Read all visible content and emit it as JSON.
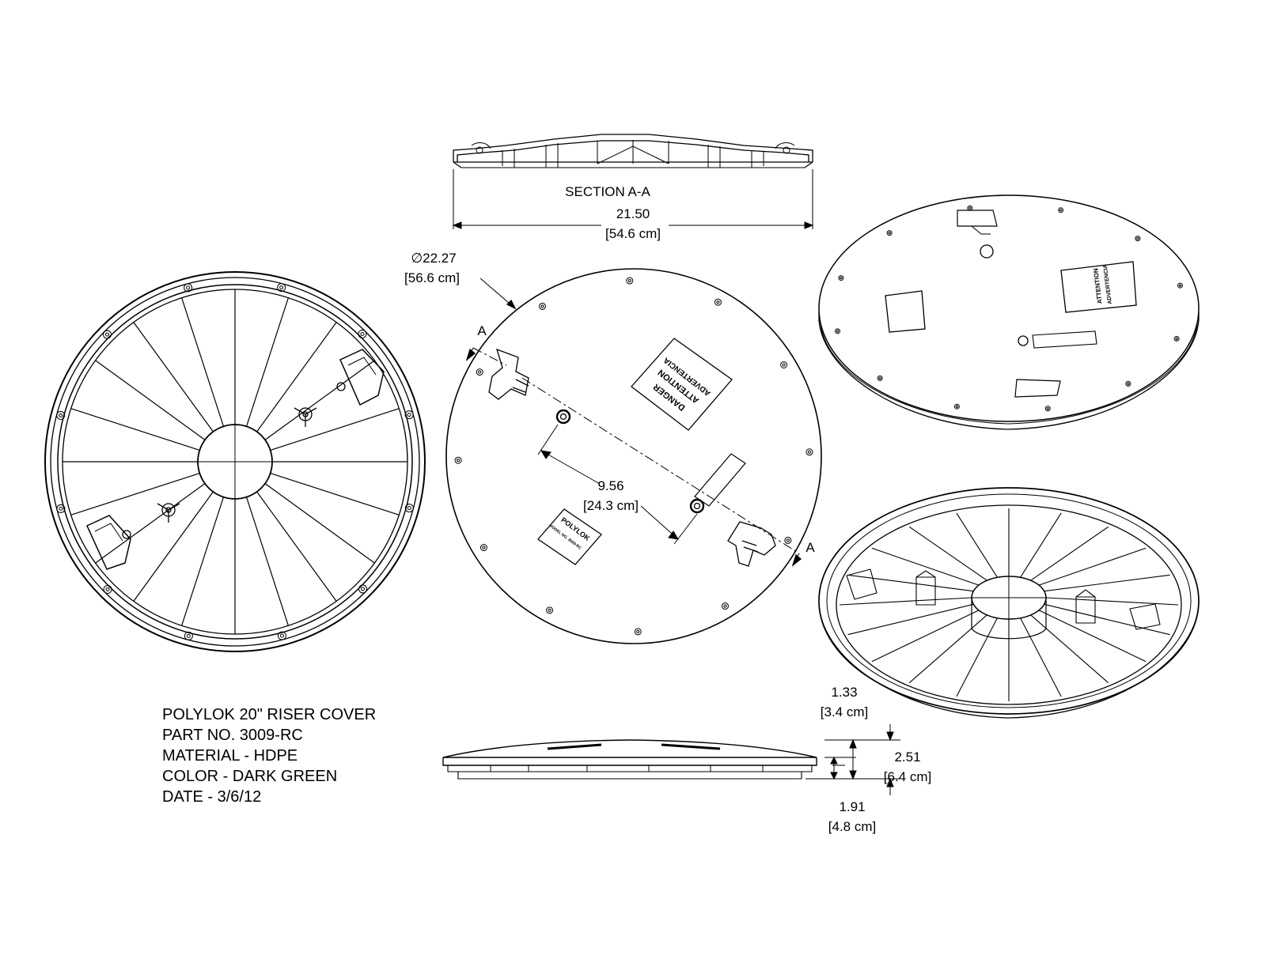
{
  "drawing": {
    "title_block": [
      "POLYLOK 20\" RISER COVER",
      "PART NO. 3009-RC",
      "MATERIAL - HDPE",
      "COLOR - DARK GREEN",
      "DATE - 3/6/12"
    ],
    "section_label": "SECTION  A-A",
    "section_marker": "A",
    "dimensions": {
      "width": {
        "value": "21.50",
        "metric": "[54.6 cm]"
      },
      "diameter": {
        "value": "∅22.27",
        "metric": "[56.6 cm]"
      },
      "handle_spacing": {
        "value": "9.56",
        "metric": "[24.3 cm]"
      },
      "top_height": {
        "value": "1.33",
        "metric": "[3.4 cm]"
      },
      "total_height": {
        "value": "2.51",
        "metric": "[6.4 cm]"
      },
      "rim_height": {
        "value": "1.91",
        "metric": "[4.8 cm]"
      }
    },
    "labels": {
      "danger": "DANGER",
      "attention": "ATTENTION",
      "advertencia": "ADVERTENCIA",
      "brand": "POLYLOK",
      "model": "MODEL NO. 3009-RC"
    },
    "colors": {
      "line": "#000000",
      "background": "#ffffff"
    }
  }
}
